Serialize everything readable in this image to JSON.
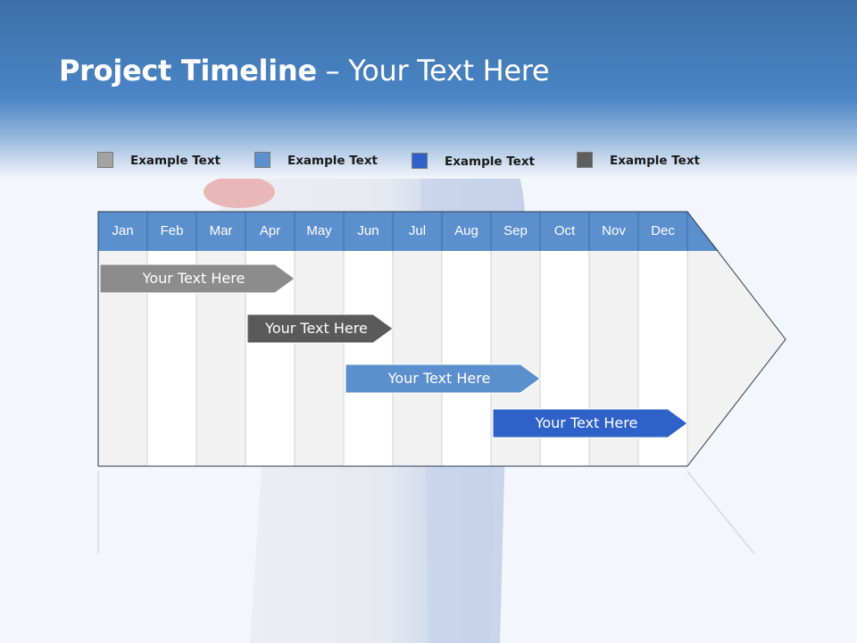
{
  "title": {
    "bold": "Project Timeline",
    "rest": " – Your Text Here"
  },
  "legend": [
    {
      "label": "Example Text",
      "color": "#a3a3a3"
    },
    {
      "label": "Example Text",
      "color": "#5b8fce"
    },
    {
      "label": "Example Text",
      "color": "#2e62c8"
    },
    {
      "label": "Example Text",
      "color": "#5e5e5e"
    }
  ],
  "timeline": {
    "months": [
      "Jan",
      "Feb",
      "Mar",
      "Apr",
      "May",
      "Jun",
      "Jul",
      "Aug",
      "Sep",
      "Oct",
      "Nov",
      "Dec"
    ],
    "tasks": [
      {
        "label": "Your  Text Here",
        "start": 0,
        "end": 4,
        "color": "#8c8c8c"
      },
      {
        "label": "Your  Text Here",
        "start": 3,
        "end": 6,
        "color": "#5a5a5a"
      },
      {
        "label": "Your  Text Here",
        "start": 5,
        "end": 9,
        "color": "#5b8fce"
      },
      {
        "label": "Your  Text Here",
        "start": 8,
        "end": 12,
        "color": "#2e62c8"
      }
    ]
  },
  "colors": {
    "header_blue": "#4a82c2",
    "month_header": "#5b8fce"
  }
}
